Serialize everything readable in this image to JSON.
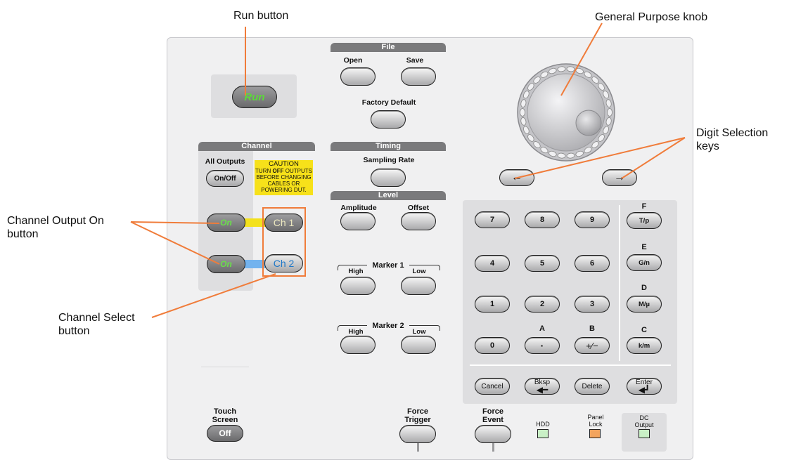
{
  "annotations": {
    "run": "Run button",
    "knob": "General Purpose knob",
    "digit_line1": "Digit Selection",
    "digit_line2": "keys",
    "channel_output_line1": "Channel Output On",
    "channel_output_line2": "button",
    "channel_select_line1": "Channel Select",
    "channel_select_line2": "button"
  },
  "run": {
    "label": "Run"
  },
  "channel": {
    "header": "Channel",
    "all_outputs": "All Outputs",
    "onoff": "On/Off",
    "caution_title": "CAUTION",
    "caution_l1a": "TURN ",
    "caution_l1b": "OFF",
    "caution_l1c": " OUTPUTS",
    "caution_l2": "BEFORE CHANGING",
    "caution_l3": "CABLES OR",
    "caution_l4": "POWERING DUT.",
    "on1": "On",
    "on2": "On",
    "ch1": "Ch 1",
    "ch2": "Ch 2"
  },
  "file": {
    "header": "File",
    "open": "Open",
    "save": "Save",
    "factory_default": "Factory Default"
  },
  "timing": {
    "header": "Timing",
    "sampling_rate": "Sampling Rate"
  },
  "level": {
    "header": "Level",
    "amplitude": "Amplitude",
    "offset": "Offset",
    "marker1": "Marker 1",
    "marker2": "Marker 2",
    "high": "High",
    "low": "Low"
  },
  "keypad": {
    "rows": [
      [
        "7",
        "8",
        "9"
      ],
      [
        "4",
        "5",
        "6"
      ],
      [
        "1",
        "2",
        "3"
      ],
      [
        "0",
        "·",
        "+∕−"
      ]
    ],
    "letters_a": "A",
    "letters_b": "B",
    "units": [
      {
        "letter": "F",
        "label": "T/p"
      },
      {
        "letter": "E",
        "label": "G/n"
      },
      {
        "letter": "D",
        "label": "M/µ"
      },
      {
        "letter": "C",
        "label": "k/m"
      }
    ],
    "cancel": "Cancel",
    "bksp": "Bksp",
    "delete": "Delete",
    "enter": "Enter"
  },
  "bottom": {
    "touch_screen_l1": "Touch",
    "touch_screen_l2": "Screen",
    "off": "Off",
    "force_trigger_l1": "Force",
    "force_trigger_l2": "Trigger",
    "force_event_l1": "Force",
    "force_event_l2": "Event",
    "hdd": "HDD",
    "panel_lock_l1": "Panel",
    "panel_lock_l2": "Lock",
    "dc_output_l1": "DC",
    "dc_output_l2": "Output"
  },
  "colors": {
    "annotation": "#f07c3a",
    "ch1_strip": "#f3e11c",
    "ch2_strip": "#73b3ee",
    "on_text": "#6adf4a",
    "hdd_led": "#c9f0c6",
    "panel_lock_led": "#f3a45d",
    "dc_output_led": "#c9f0c6"
  }
}
